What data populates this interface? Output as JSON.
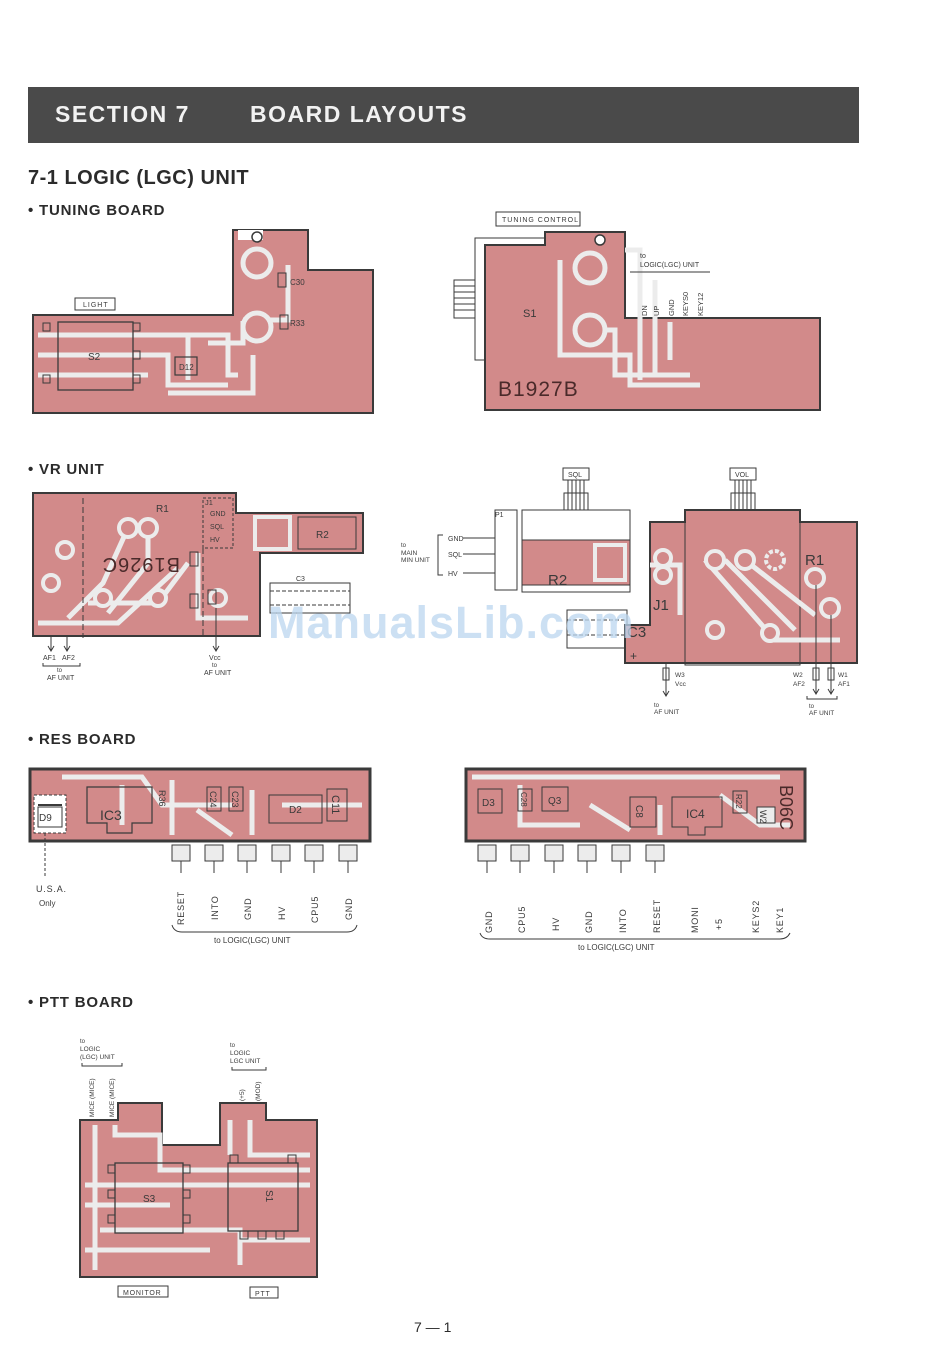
{
  "header": {
    "section": "SECTION 7",
    "title": "BOARD LAYOUTS"
  },
  "subsection": "7-1 LOGIC (LGC) UNIT",
  "boards": {
    "tuning": {
      "label": "• TUNING BOARD",
      "left": {
        "light_label": "LIGHT",
        "s2": "S2",
        "d12": "D12",
        "c30": "C30",
        "r33": "R33"
      },
      "right": {
        "control_label": "TUNING CONTROL",
        "to_unit": "to",
        "unit_name": "LOGIC(LGC) UNIT",
        "pins": [
          "DN",
          "UP",
          "GND",
          "KEYS0",
          "KEY12"
        ],
        "s1": "S1",
        "board_no": "B1927B"
      }
    },
    "vr": {
      "label": "• VR UNIT",
      "left": {
        "r1": "R1",
        "r2": "R2",
        "j1": "J1",
        "gnd": "GND",
        "sql": "SQL",
        "hv": "HV",
        "c3": "C3",
        "board_no": "B1926C",
        "af1": "AF1",
        "af2": "AF2",
        "vcc": "Vcc",
        "to1": "to",
        "af_unit1": "AF UNIT",
        "to2": "to",
        "af_unit2": "AF UNIT"
      },
      "right": {
        "sql_label": "SQL",
        "vol_label": "VOL",
        "p1": "P1",
        "to_main": "to",
        "main_unit": "MAIN",
        "main_unit2": "MIN UNIT",
        "gnd": "GND",
        "sql": "SQL",
        "hv": "HV",
        "r1": "R1",
        "r2": "R2",
        "j1": "J1",
        "c3": "C3",
        "w3": "W3",
        "vcc": "Vcc",
        "w2": "W2",
        "af2": "AF2",
        "w1": "W1",
        "af1": "AF1",
        "to1": "to",
        "af_unit1": "AF UNIT",
        "to2": "to",
        "af_unit2": "AF UNIT"
      }
    },
    "res": {
      "label": "• RES BOARD",
      "left": {
        "d9": "D9",
        "ic3": "IC3",
        "r36": "R36",
        "c24": "C24",
        "c23": "C23",
        "d2": "D2",
        "c11": "C11",
        "usa": "U.S.A.",
        "only": "Only",
        "pins": [
          "RESET",
          "INTO",
          "GND",
          "HV",
          "CPU5",
          "GND"
        ],
        "to_unit": "to LOGIC(LGC) UNIT"
      },
      "right": {
        "d3": "D3",
        "c28": "C28",
        "q3": "Q3",
        "c8": "C8",
        "ic4": "IC4",
        "r22": "R22",
        "w2": "W2",
        "board_no": "B06C",
        "pins": [
          "GND",
          "CPU5",
          "HV",
          "GND",
          "INTO",
          "RESET",
          "MONI",
          "+5",
          "KEYS2",
          "KEY1"
        ],
        "to_unit": "to LOGIC(LGC) UNIT"
      }
    },
    "ptt": {
      "label": "• PTT BOARD",
      "to1": "to",
      "logic1": "LOGIC",
      "lgc_unit1": "(LGC) UNIT",
      "mic2": "MICE (MICE)",
      "mic1": "MICE (MICE)",
      "to2": "to",
      "logic2": "LOGIC",
      "lgc_unit2": "LGC UNIT",
      "plus5": "(+5)",
      "mod": "(MOD)",
      "s3": "S3",
      "s1": "S1",
      "monitor": "MONITOR",
      "ptt": "PTT"
    }
  },
  "watermark": "ManualsLib.com",
  "page_number": "7 — 1",
  "colors": {
    "board": "#d28a8a",
    "trace": "#ececec",
    "outline": "#3a3a3a",
    "banner": "#4a4a4a"
  }
}
